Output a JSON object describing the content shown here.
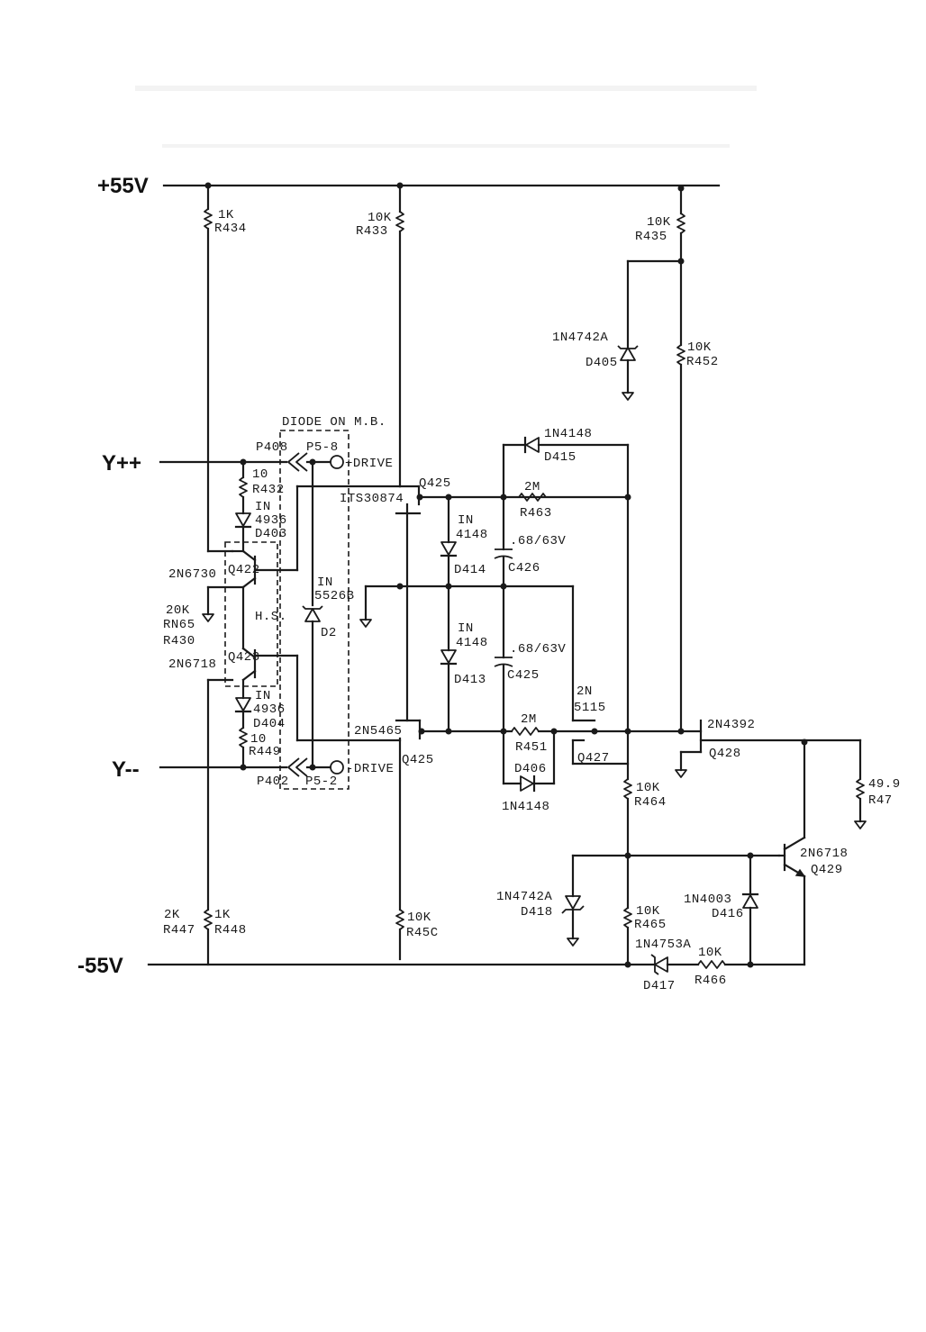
{
  "rails": {
    "pos": "+55V",
    "neg": "-55V"
  },
  "inputs": {
    "ypos": "Y++",
    "yneg": "Y--"
  },
  "labels": {
    "r434_val": "1K",
    "r434": "R434",
    "r433_val": "10K",
    "r433": "R433",
    "r435_val": "10K",
    "r435": "R435",
    "r452_val": "10K",
    "r452": "R452",
    "d405_part": "1N4742A",
    "d405": "D405",
    "diode_on_mb": "DIODE ON M.B.",
    "p408": "P408",
    "p5_8": "P5-8",
    "drive_pos": "+DRIVE",
    "d415_part": "1N4148",
    "d415": "D415",
    "r432_val": "10",
    "r432": "R432",
    "d403_in": "IN",
    "d403_part": "4936",
    "d403": "D403",
    "q425_top": "Q425",
    "its30874": "ITS30874",
    "r463_val": "2M",
    "r463": "R463",
    "d414_in": "IN",
    "d414_part": "4148",
    "d414": "D414",
    "c426_val": ".68/63V",
    "c426": "C426",
    "q422_part": "2N6730",
    "q422": "Q422",
    "d2_in": "IN",
    "d2_part": "5526B",
    "d2": "D2",
    "rn65_val": "20K",
    "rn65": "RN65",
    "r430": "R430",
    "hs": "H.S.",
    "d413_in": "IN",
    "d413_part": "4148",
    "d413": "D413",
    "c425_val": ".68/63V",
    "c425": "C425",
    "q423_part": "2N6718",
    "q423": "Q423",
    "q427_part_a": "2N",
    "q427_part_b": "5115",
    "q427": "Q427",
    "d404_in": "IN",
    "d404_part": "4936",
    "d404": "D404",
    "r449_val": "10",
    "r449": "R449",
    "q425_bot_part": "2N5465",
    "q425_bot": "Q425",
    "r451_val": "2M",
    "r451": "R451",
    "d406": "D406",
    "d406_part": "1N4148",
    "q428_part": "2N4392",
    "q428": "Q428",
    "p402": "P402",
    "p5_2": "P5-2",
    "drive_neg": "-DRIVE",
    "r464_val": "10K",
    "r464": "R464",
    "r47_val": "49.9",
    "r47": "R47",
    "q429_part": "2N6718",
    "q429": "Q429",
    "d418_part": "1N4742A",
    "d418": "D418",
    "d416_part": "1N4003",
    "d416": "D416",
    "r447_val": "2K",
    "r447": "R447",
    "r448_val": "1K",
    "r448": "R448",
    "r450_val": "10K",
    "r450": "R45C",
    "r465_val": "10K",
    "r465": "R465",
    "d417_part": "1N4753A",
    "d417": "D417",
    "r466_val": "10K",
    "r466": "R466"
  }
}
